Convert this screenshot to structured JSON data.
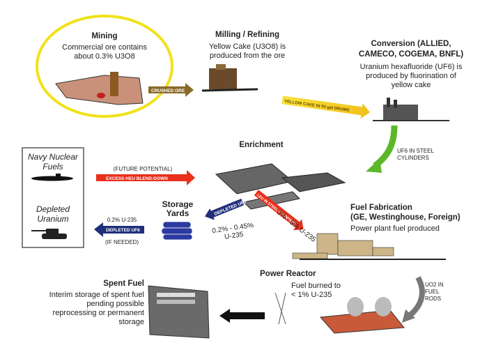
{
  "stages": {
    "mining": {
      "title": "Mining",
      "desc": "Commercial ore contains about 0.3% U3O8"
    },
    "milling": {
      "title": "Milling / Refining",
      "desc": "Yellow Cake (U3O8) is produced from the ore"
    },
    "conversion": {
      "title": "Conversion (ALLIED, CAMECO, COGEMA, BNFL)",
      "desc": "Uranium hexafluoride (UF6) is produced by fluorination of yellow cake"
    },
    "enrichment": {
      "title": "Enrichment"
    },
    "fabrication": {
      "title": "Fuel Fabrication",
      "subtitle": "(GE, Westinghouse, Foreign)",
      "desc": "Power plant fuel produced"
    },
    "reactor": {
      "title": "Power Reactor",
      "desc": "Fuel burned to < 1% U-235"
    },
    "spent": {
      "title": "Spent Fuel",
      "desc": "Interim storage of spent fuel pending possible reprocessing or permanent storage"
    },
    "storage": {
      "title": "Storage Yards"
    },
    "navy": {
      "label": "Navy Nuclear Fuels"
    },
    "depleted": {
      "label": "Depleted Uranium"
    }
  },
  "arrows": {
    "crushed_ore": "CRUSHED ORE",
    "yellow_cake": "YELLOW CAKE IN 55 gal DRUMS",
    "uf6_cylinders": "UF6 IN STEEL CYLINDERS",
    "future": "(FUTURE POTENTIAL)",
    "heu": "EXCESS HEU BLEND-DOWN",
    "depleted_uf6_a": "DEPLETED UF6",
    "depleted_pct": "0.2% - 0.45% U-235",
    "leu": "LEU IN STEEL CYLINDERS",
    "leu_pct": "3% - 5% U-235",
    "depleted_uf6_b": "DEPLETED UF6",
    "pct_02": "0.2% U-235",
    "if_needed": "(IF NEEDED)",
    "uo2": "UO2 IN FUEL RODS"
  },
  "colors": {
    "highlight": "#f0e21a",
    "heu": "#e8301c",
    "depleted": "#1f2f7a",
    "uf6": "#5cb82a",
    "yellow": "#f2d21a",
    "crushed": "#8a6a2a"
  }
}
